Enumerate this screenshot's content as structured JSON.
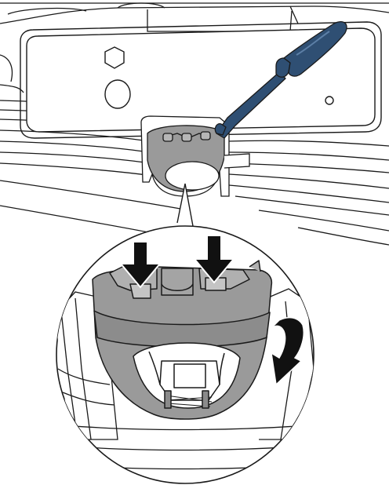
{
  "diagram": {
    "type": "technical-illustration",
    "subject": "",
    "colors": {
      "line": "#1a1a1a",
      "paper": "#ffffff",
      "housing_gray": "#9a9a9a",
      "housing_dark": "#7e7e7e",
      "screwdriver_blue": "#2f4f73",
      "arrow_black": "#111111"
    },
    "parts": {
      "bumper_grille": "bumper-grille",
      "license_plate_bracket": "license-plate-bracket",
      "screwdriver": "flat-screwdriver",
      "lamp_housing": "license-plate-lamp-housing",
      "detail_callout": "magnified-detail-circle",
      "press_arrows": 2,
      "rotate_arrow": "curved-rotate-arrow"
    }
  }
}
